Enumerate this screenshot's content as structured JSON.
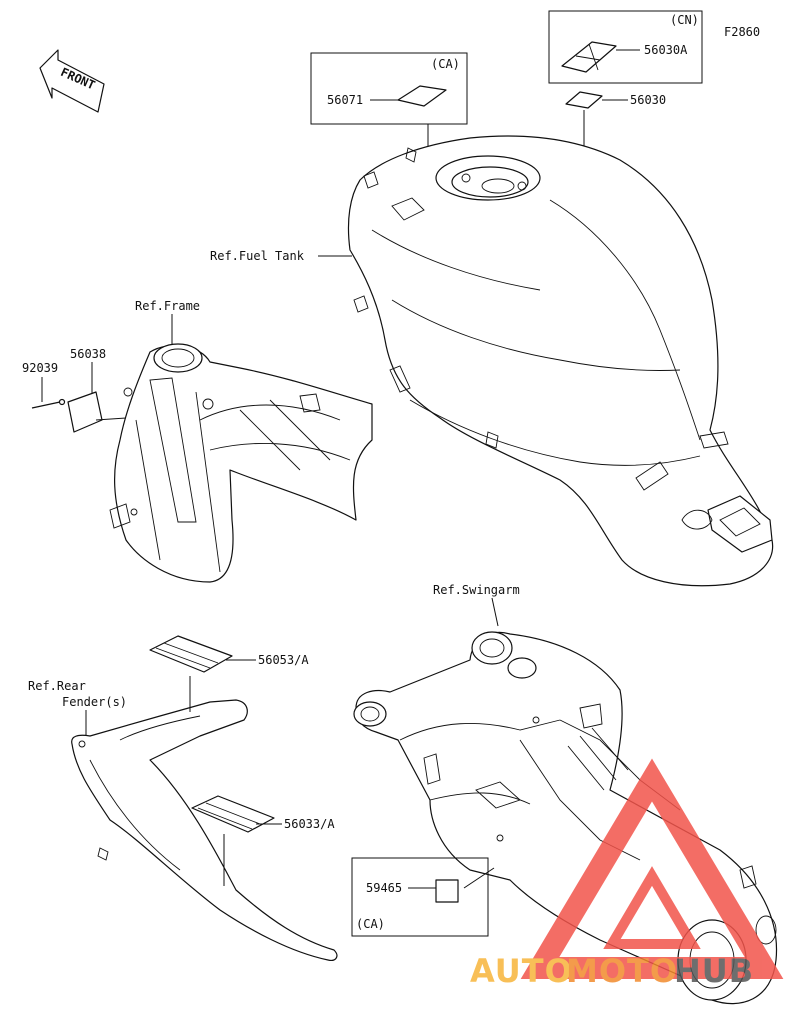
{
  "figure_code": "F2860",
  "front_marker": "FRONT",
  "refs": {
    "fuel_tank": "Ref.Fuel Tank",
    "frame": "Ref.Frame",
    "swingarm": "Ref.Swingarm",
    "rear_fender_line1": "Ref.Rear",
    "rear_fender_line2": "Fender(s)"
  },
  "parts": {
    "p56071": "56071",
    "p56030A": "56030A",
    "p56030": "56030",
    "p92039": "92039",
    "p56038": "56038",
    "p56053": "56053/A",
    "p56033": "56033/A",
    "p59465": "59465"
  },
  "regions": {
    "ca_top": "(CA)",
    "cn": "(CN)",
    "ca_bottom": "(CA)"
  },
  "watermark": {
    "auto": "AUTO",
    "moto": "MOTO",
    "hub": "HUB",
    "colors": {
      "auto": "#f7b53a",
      "moto": "#f28a2c",
      "hub": "#555555",
      "triangle": "#f2544b"
    }
  }
}
